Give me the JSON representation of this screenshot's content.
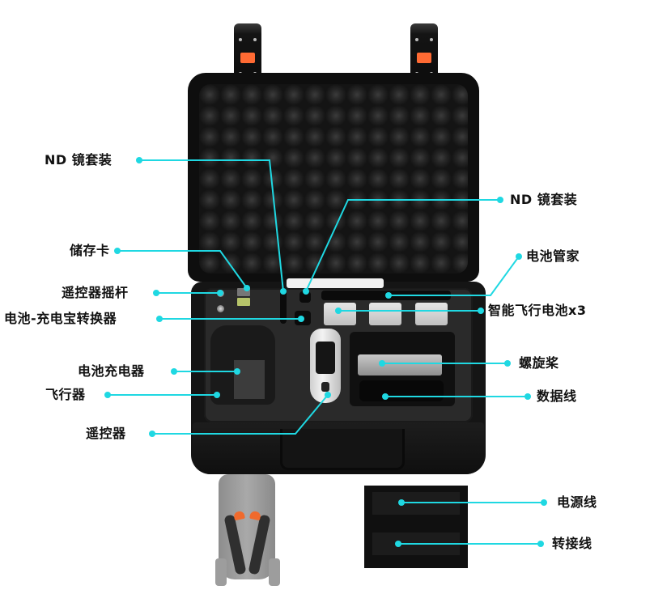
{
  "accent_color": "#1fd8e2",
  "labels": {
    "nd_filter_left": "ND 镜套装",
    "memory_card": "储存卡",
    "rc_sticks": "遥控器摇杆",
    "battery_powerbank_adapter": "电池-充电宝转换器",
    "battery_charger": "电池充电器",
    "aircraft": "飞行器",
    "remote_controller": "遥控器",
    "nd_filter_right": "ND 镜套装",
    "battery_hub": "电池管家",
    "flight_battery": "智能飞行电池x3",
    "propellers": "螺旋桨",
    "data_cable": "数据线",
    "power_cable": "电源线",
    "adapter_cable": "转接线"
  },
  "colors": {
    "latch_button": "#ff6a33",
    "case_body": "#151515",
    "propeller_tip": "#f06a2c"
  }
}
